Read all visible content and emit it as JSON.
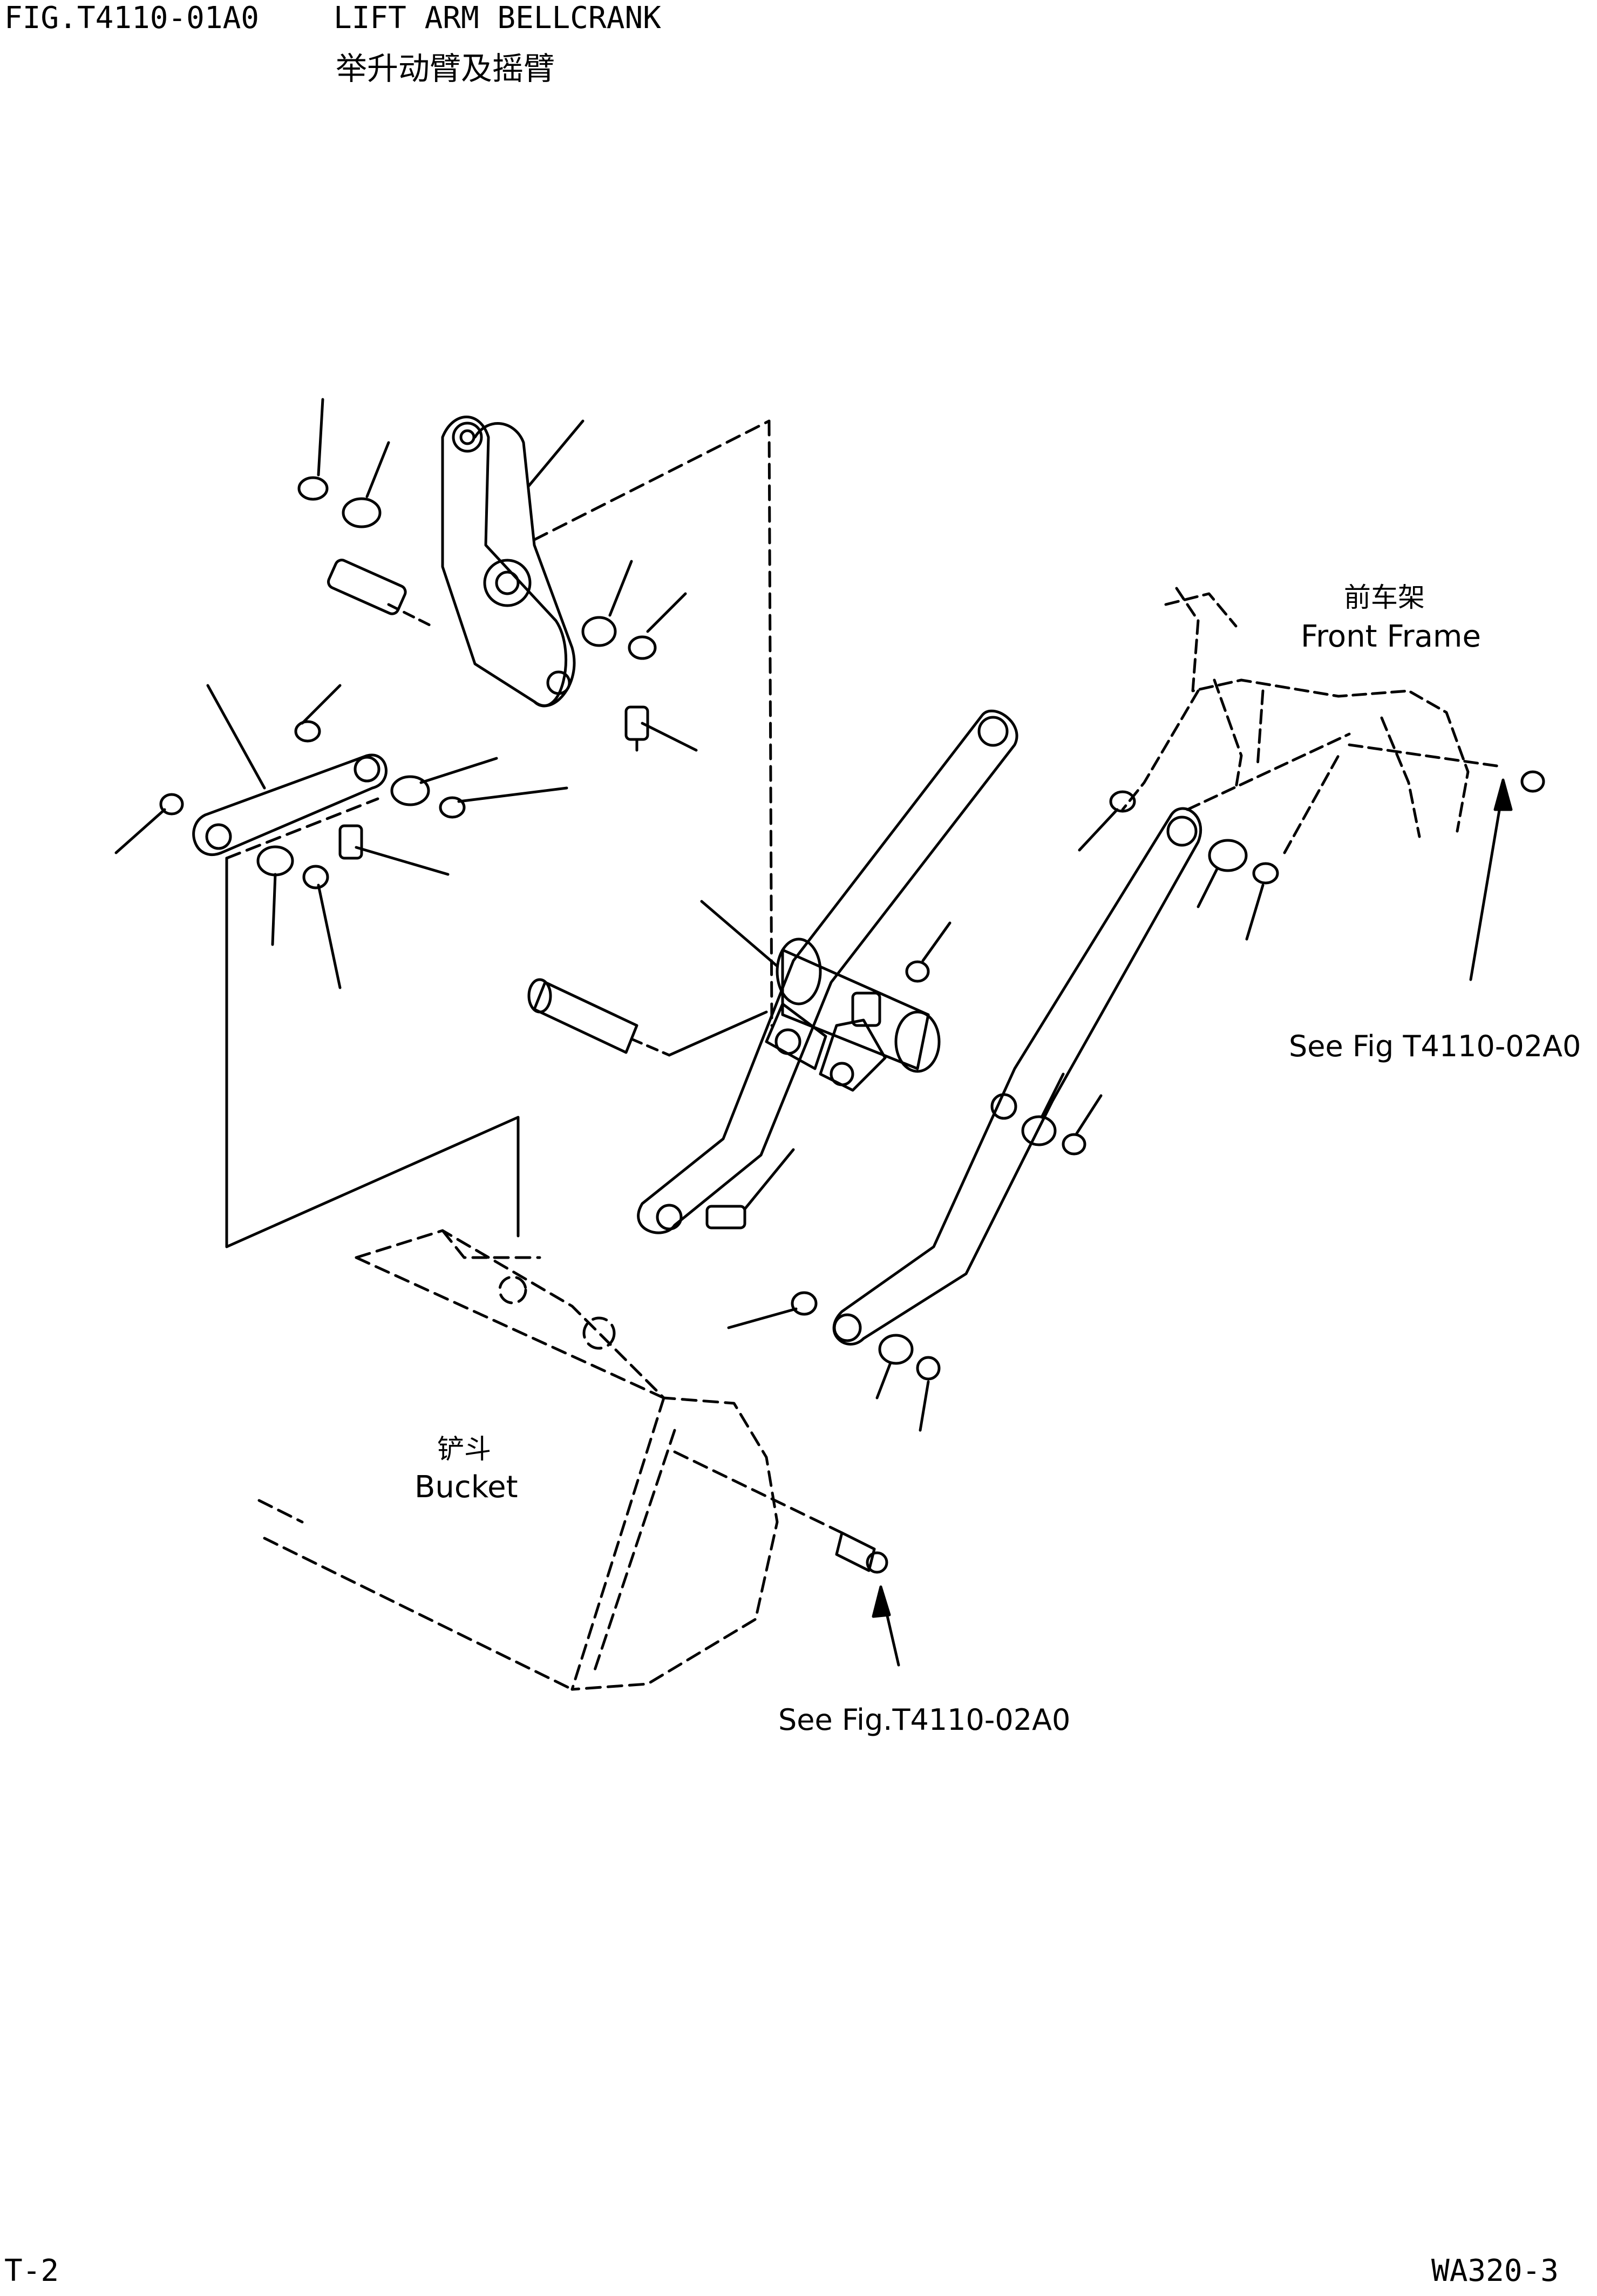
{
  "header": {
    "fig_code": "FIG.T4110-01A0",
    "title_en": "LIFT ARM BELLCRANK",
    "title_cn": "举升动臂及摇臂"
  },
  "labels": {
    "front_frame_cn": "前车架",
    "front_frame_en": "Front Frame",
    "bucket_cn": "铲斗",
    "bucket_en": "Bucket",
    "ref_right": "See Fig T4110-02A0",
    "ref_bottom": "See Fig.T4110-02A0"
  },
  "footer": {
    "page": "T-2",
    "model": "WA320-3"
  }
}
